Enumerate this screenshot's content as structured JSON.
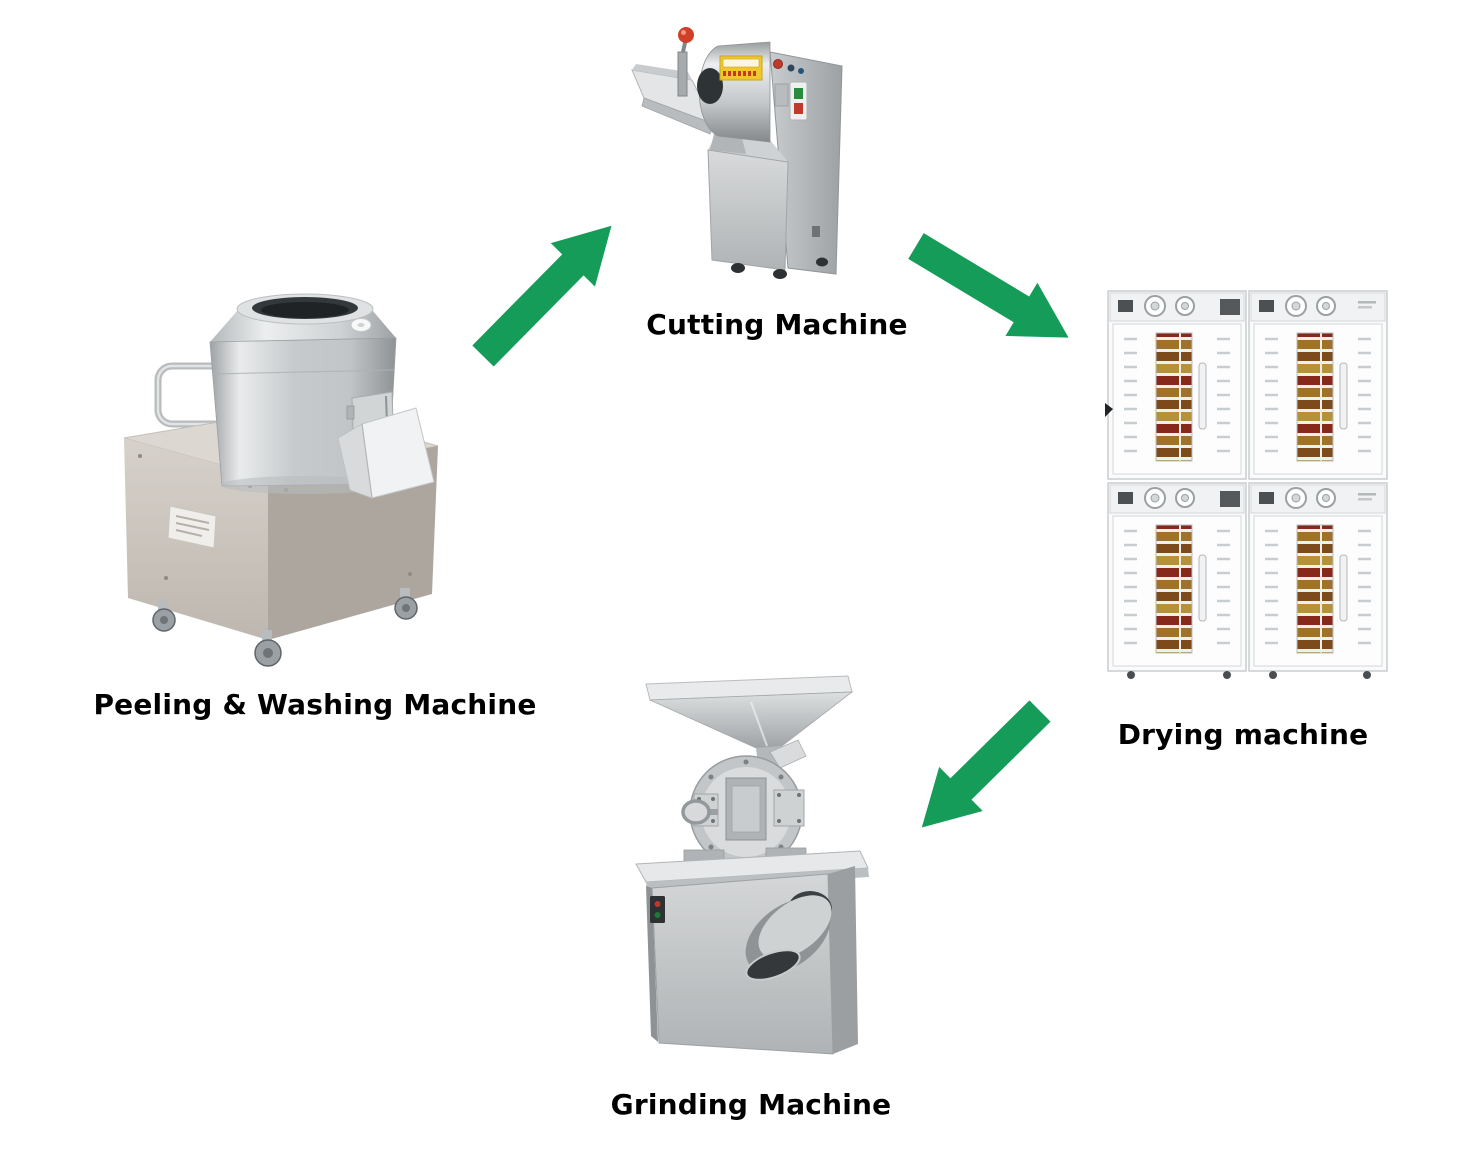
{
  "diagram": {
    "type": "process-flow",
    "background": "#ffffff",
    "arrow_color": "#159c58",
    "label_color": "#000000",
    "nodes": [
      {
        "id": "peeling-washing-machine",
        "label": "Peeling & Washing Machine"
      },
      {
        "id": "cutting-machine",
        "label": "Cutting Machine"
      },
      {
        "id": "drying-machine",
        "label": "Drying machine"
      },
      {
        "id": "grinding-machine",
        "label": "Grinding Machine"
      }
    ],
    "edges": [
      {
        "from": "peeling-washing-machine",
        "to": "cutting-machine"
      },
      {
        "from": "cutting-machine",
        "to": "drying-machine"
      },
      {
        "from": "drying-machine",
        "to": "grinding-machine"
      }
    ]
  }
}
